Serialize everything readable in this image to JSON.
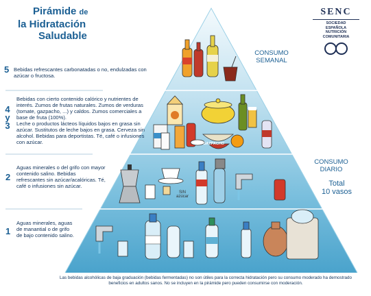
{
  "title": {
    "line1": "Pirámide",
    "de": "de",
    "line2": "la Hidratación",
    "line3": "Saludable"
  },
  "senc": {
    "name": "SENC",
    "line1": "SOCIEDAD",
    "line2": "ESPAÑOLA",
    "line3": "NUTRICIÓN",
    "line4": "COMUNITARIA"
  },
  "levels": [
    {
      "number": "5",
      "text": "Bebidas refrescantes carbonatadas o no, endulzadas con azúcar o fructosa."
    },
    {
      "number": "4 y 3",
      "text_a": "Bebidas con cierto contenido calórico y nutrientes de interés. Zumos de frutas naturales. Zumos de verduras (tomate, gazpacho, ...) y caldos. Zumos comerciales a base de fruta (100%).",
      "text_b": "Leche o productos lácteos líquidos bajos en grasa sin azúcar. Sustitutos de leche bajos en grasa. Cerveza sin alcohol. Bebidas para deportistas. Té, café o infusiones con azúcar."
    },
    {
      "number": "2",
      "text": "Aguas minerales o del grifo con mayor contenido salino. Bebidas refrescantes sin azúcar/acalóricas. Té, café o infusiones sin azúcar."
    },
    {
      "number": "1",
      "text": "Aguas minerales, aguas de manantial o de grifo de bajo contenido salino."
    }
  ],
  "labels": {
    "weekly": "CONSUMO SEMANAL",
    "daily": "CONSUMO DIARIO",
    "total": "Total",
    "glasses": "10 vasos",
    "sin_azucar": "SIN azúcar",
    "gazpacho": "GAZPACHO"
  },
  "footer": "Las bebidas alcohólicas de baja graduación (bebidas fermentadas) no son útiles para la correcta hidratación pero su consumo moderado ha demostrado beneficios en adultos sanos. No se incluyen en la pirámide pero pueden consumirse con moderación.",
  "colors": {
    "title": "#1b5f93",
    "text": "#10325a",
    "pyramid_top": "#eef7fb",
    "pyramid_bottom": "#5fb0d3",
    "divider": "#ffffff"
  }
}
